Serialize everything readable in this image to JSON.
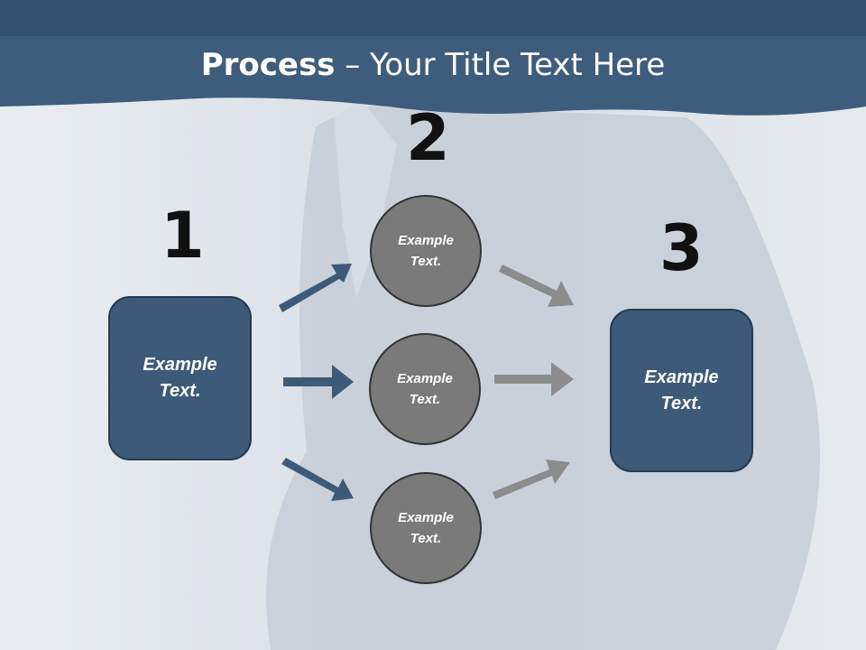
{
  "slide": {
    "title_bold": "Process",
    "title_rest": " – Your Title Text Here"
  },
  "steps": {
    "n1": "1",
    "n2": "2",
    "n3": "3"
  },
  "box_left": {
    "line1": "Example",
    "line2": "Text."
  },
  "box_right": {
    "line1": "Example",
    "line2": "Text."
  },
  "circles": [
    {
      "line1": "Example",
      "line2": "Text."
    },
    {
      "line1": "Example",
      "line2": "Text."
    },
    {
      "line1": "Example",
      "line2": "Text."
    }
  ],
  "colors": {
    "header": "#3e5d7c",
    "box": "#3d5b78",
    "circle": "#7a7a7a",
    "arrow_blue": "#3d5b78",
    "arrow_gray": "#8c8c8c"
  }
}
